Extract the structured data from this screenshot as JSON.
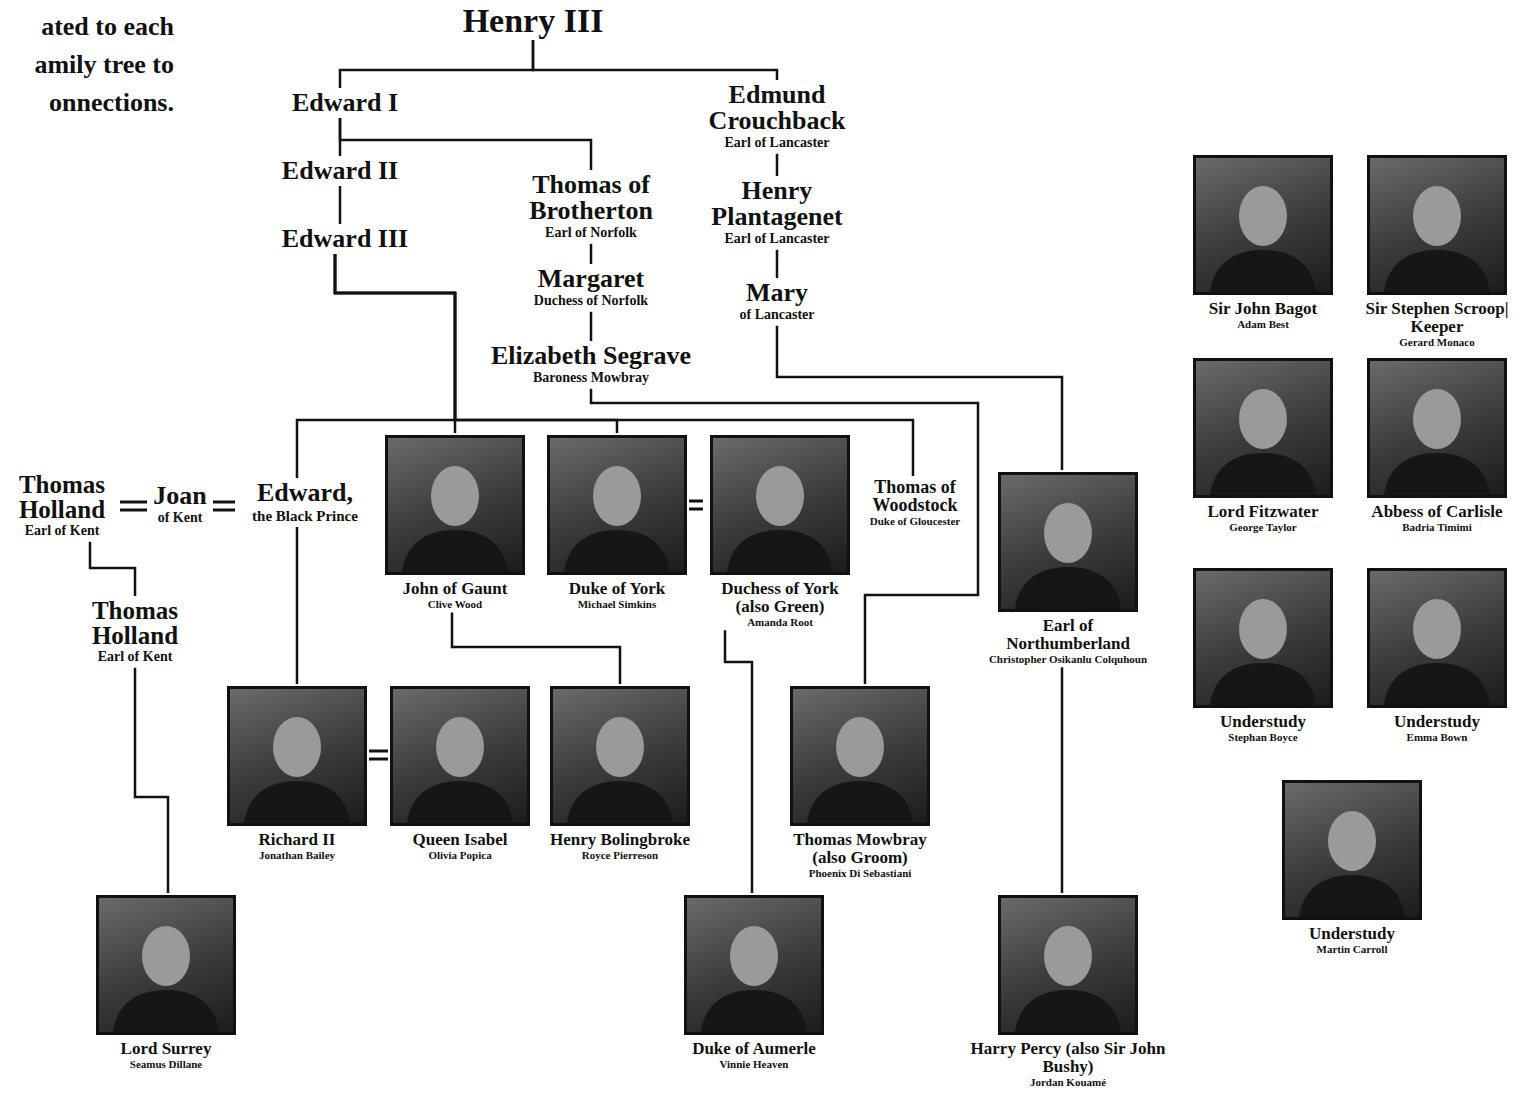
{
  "diagram": {
    "nodes": [
      {
        "text": [
          "Henry III"
        ]
      },
      {
        "text": [
          "Edward I"
        ]
      },
      {
        "text": [
          "Edmund Crouchback",
          "Earl of Lancaster"
        ]
      },
      {
        "text": [
          "Edward II"
        ]
      },
      {
        "text": [
          "Thomas of Brotherton",
          "Earl of Norfolk"
        ]
      },
      {
        "text": [
          "Henry Plantagenet",
          "Earl of Lancaster"
        ]
      },
      {
        "text": [
          "Edward III"
        ]
      },
      {
        "text": [
          "Margaret",
          "Duchess of Norfolk"
        ]
      },
      {
        "text": [
          "Mary",
          "of Lancaster"
        ]
      },
      {
        "text": [
          "Elizabeth Segrave",
          "Baroness Mowbray"
        ]
      },
      {
        "text": [
          "Sir John Bagot",
          "Adam Best"
        ]
      },
      {
        "text": [
          "Sir Stephen Scroop| Keeper",
          "Gerard Monaco"
        ]
      },
      {
        "text": [
          "Lord Fitzwater",
          "George Taylor"
        ]
      },
      {
        "text": [
          "Abbess of Carlisle",
          "Badria Timimi"
        ]
      },
      {
        "text": [
          "Thomas Holland",
          "Earl of Kent"
        ]
      },
      {
        "text": [
          "Joan",
          "of Kent"
        ]
      },
      {
        "text": [
          "Edward,",
          "the Black Prince"
        ]
      },
      {
        "text": [
          "John of Gaunt",
          "Clive Wood"
        ]
      },
      {
        "text": [
          "Duke of York",
          "Michael Simkins"
        ]
      },
      {
        "text": [
          "Duchess of York (also Green)",
          "Amanda Root"
        ]
      },
      {
        "text": [
          "Thomas of Woodstock",
          "Duke of Gloucester"
        ]
      },
      {
        "text": [
          "Earl of Northumberland",
          "Christopher Osikanlu Colquhoun"
        ]
      },
      {
        "text": [
          "Understudy",
          "Stephan Boyce"
        ]
      },
      {
        "text": [
          "Understudy",
          "Emma Bown"
        ]
      },
      {
        "text": [
          "Thomas Holland",
          "Earl of Kent"
        ]
      },
      {
        "text": [
          "Richard II",
          "Jonathan Bailey"
        ]
      },
      {
        "text": [
          "Queen Isabel",
          "Olivia Popica"
        ]
      },
      {
        "text": [
          "Henry Bolingbroke",
          "Royce Pierreson"
        ]
      },
      {
        "text": [
          "Thomas Mowbray (also Groom)",
          "Phoenix Di Sebastiani"
        ]
      },
      {
        "text": [
          "Understudy",
          "Martin Carroll"
        ]
      },
      {
        "text": [
          "Lord Surrey",
          "Seamus Dillane"
        ]
      },
      {
        "text": [
          "Duke of Aumerle",
          "Vinnie Heaven"
        ]
      },
      {
        "text": [
          "Harry Percy (also Sir John Bushy)",
          "Jordan Kouamé"
        ]
      }
    ],
    "edges": [
      {
        "from": 0,
        "to": 1,
        "arrow": "none"
      },
      {
        "from": 0,
        "to": 2,
        "arrow": "none"
      },
      {
        "from": 1,
        "to": 3,
        "arrow": "none"
      },
      {
        "from": 1,
        "to": 4,
        "arrow": "none"
      },
      {
        "from": 2,
        "to": 5,
        "arrow": "none"
      },
      {
        "from": 3,
        "to": 6,
        "arrow": "none"
      },
      {
        "from": 4,
        "to": 7,
        "arrow": "none"
      },
      {
        "from": 5,
        "to": 8,
        "arrow": "none"
      },
      {
        "from": 7,
        "to": 9,
        "arrow": "none"
      },
      {
        "from": 6,
        "to": 16,
        "arrow": "none"
      },
      {
        "from": 6,
        "to": 17,
        "arrow": "none"
      },
      {
        "from": 6,
        "to": 18,
        "arrow": "none"
      },
      {
        "from": 6,
        "to": 20,
        "arrow": "none"
      },
      {
        "from": 9,
        "to": 28,
        "arrow": "none"
      },
      {
        "from": 8,
        "to": 21,
        "arrow": "none"
      },
      {
        "from": 14,
        "to": 15,
        "arrow": "none"
      },
      {
        "from": 15,
        "to": 16,
        "arrow": "none"
      },
      {
        "from": 14,
        "to": 24,
        "arrow": "none"
      },
      {
        "from": 24,
        "to": 30,
        "arrow": "none"
      },
      {
        "from": 16,
        "to": 25,
        "arrow": "none"
      },
      {
        "from": 25,
        "to": 26,
        "arrow": "none"
      },
      {
        "from": 17,
        "to": 27,
        "arrow": "none"
      },
      {
        "from": 18,
        "to": 19,
        "arrow": "none"
      },
      {
        "from": 19,
        "to": 31,
        "arrow": "none"
      },
      {
        "from": 21,
        "to": 32,
        "arrow": "none"
      }
    ],
    "labels": [
      "ated to each amily tree to onnections."
    ]
  }
}
